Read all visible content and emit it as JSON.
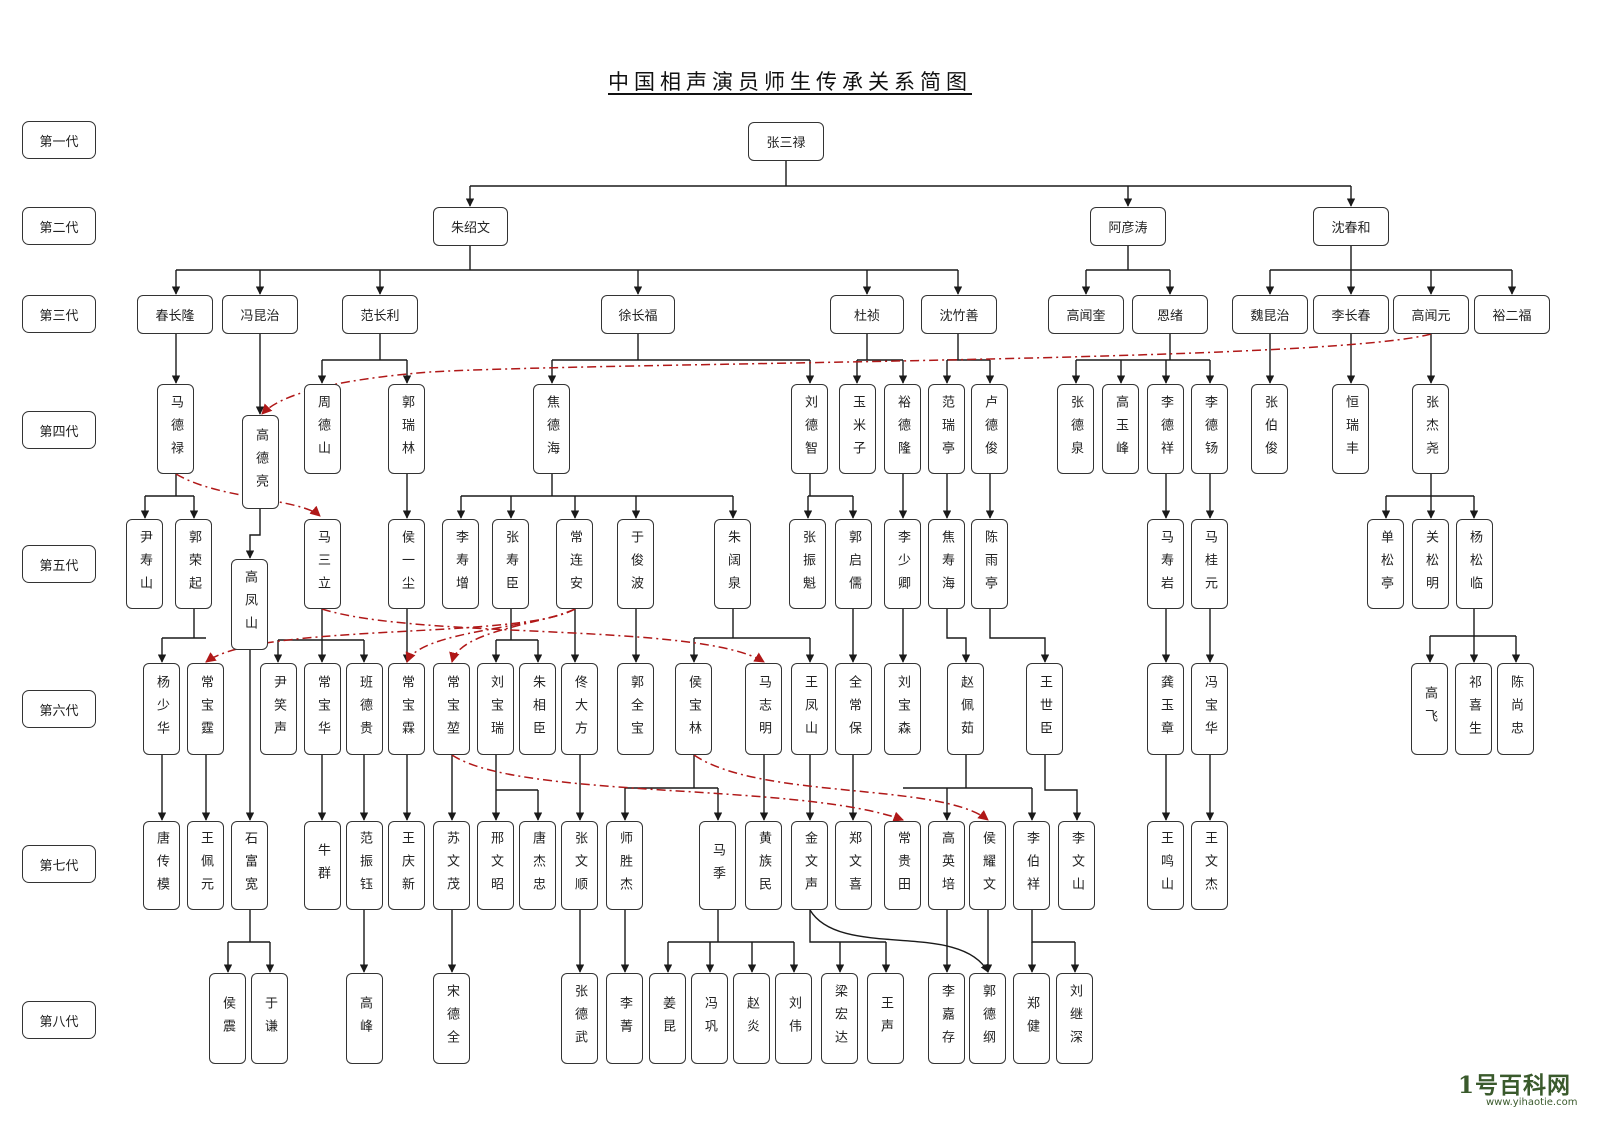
{
  "title": "中国相声演员师生传承关系简图",
  "generations": [
    "第一代",
    "第二代",
    "第三代",
    "第四代",
    "第五代",
    "第六代",
    "第七代",
    "第八代"
  ],
  "people": {
    "zhangsanlu": "张三禄",
    "zhushaowen": "朱绍文",
    "ayantao": "阿彦涛",
    "shenchunhe": "沈春和",
    "chunchanglong": "春长隆",
    "fengkunzhi": "冯昆治",
    "fanchangli": "范长利",
    "xuchangfu": "徐长福",
    "duzhen": "杜祯",
    "shenzhushan": "沈竹善",
    "gaowenkui": "高闻奎",
    "enxu": "恩绪",
    "weikunzhi": "魏昆治",
    "lichangchun": "李长春",
    "gaowenyuan": "高闻元",
    "yuerfu": "裕二福",
    "madelu": "马德禄",
    "gaodeliang": "高德亮",
    "zhoudeshan": "周德山",
    "guoruilin": "郭瑞林",
    "jiaodehai": "焦德海",
    "liudezhi": "刘德智",
    "yumizi": "玉米子",
    "yudelong": "裕德隆",
    "fanruiting": "范瑞亭",
    "ludejun": "卢德俊",
    "zhangdequan": "张德泉",
    "gaoyufeng": "高玉峰",
    "lidexiang": "李德祥",
    "lideyang": "李德钖",
    "zhangbojun": "张伯俊",
    "hengruifeng": "恒瑞丰",
    "zhangjieyao": "张杰尧",
    "yinshoushan": "尹寿山",
    "guorongqi": "郭荣起",
    "gaofengshan": "高凤山",
    "masanli": "马三立",
    "houyichen": "侯一尘",
    "lishouzeng": "李寿增",
    "zhangshouchen": "张寿臣",
    "changlianan": "常连安",
    "yujunbo": "于俊波",
    "zhukuoquan": "朱阔泉",
    "zhangzhenkui": "张振魁",
    "guoqiru": "郭启儒",
    "lishaoqing": "李少卿",
    "jiaoshouhai": "焦寿海",
    "chenyuting": "陈雨亭",
    "mashouyan": "马寿岩",
    "maguiyuan": "马桂元",
    "shansongting": "单松亭",
    "guansongming": "关松明",
    "yangsonglin": "杨松临",
    "yangshaohua": "杨少华",
    "changbaoting": "常宝霆",
    "yinxiaosheng": "尹笑声",
    "changbaohua": "常宝华",
    "bandegui": "班德贵",
    "changbaolin": "常宝霖",
    "changbaokun": "常宝堃",
    "liubaorui": "刘宝瑞",
    "zhuxiangchen": "朱相臣",
    "tongdafang": "佟大方",
    "guoquanbao": "郭全宝",
    "houbaolin": "侯宝林",
    "mazhiming": "马志明",
    "wangfengshan": "王凤山",
    "quanchangbao": "全常保",
    "liubaosen": "刘宝森",
    "zhaopeiru": "赵佩茹",
    "wangshichen": "王世臣",
    "gongyuzhang": "龚玉章",
    "fengbaohua": "冯宝华",
    "gaofei": "高飞",
    "qixisheng": "祁喜生",
    "chenshangzhong": "陈尚忠",
    "tangchuanmo": "唐传模",
    "wangpeiyuan": "王佩元",
    "shifukuan": "石富宽",
    "niuqun": "牛群",
    "fanzhenyu": "范振钰",
    "wangqingxin": "王庆新",
    "suwenmao": "苏文茂",
    "xingwenzhao": "邢文昭",
    "tangjiezhong": "唐杰忠",
    "zhangwenshun": "张文顺",
    "shishengjie": "师胜杰",
    "maji": "马季",
    "huangzumin": "黄族民",
    "jinwensheng": "金文声",
    "zhengwenxi": "郑文喜",
    "changguitian": "常贵田",
    "gaoyingpei": "高英培",
    "houyaowen": "侯耀文",
    "liboxiang": "李伯祥",
    "liwenshan": "李文山",
    "wangmingshan": "王鸣山",
    "wangwenjie": "王文杰",
    "houzhen": "侯震",
    "yuqian": "于谦",
    "gaofeng": "高峰",
    "songdequan": "宋德全",
    "zhangdewu": "张德武",
    "lijing": "李菁",
    "jiangkun": "姜昆",
    "fenggong": "冯巩",
    "zhaoyan": "赵炎",
    "liuwei": "刘伟",
    "lianghongda": "梁宏达",
    "wangsheng": "王声",
    "lijiacun": "李嘉存",
    "guodegang": "郭德纲",
    "zhengjian": "郑健",
    "liujishen": "刘继深"
  },
  "watermark": {
    "logo": "1号百科网",
    "url": "www.yihaotie.com"
  },
  "colors": {
    "line": "#1a1a1a",
    "cross_link": "#b01818"
  }
}
